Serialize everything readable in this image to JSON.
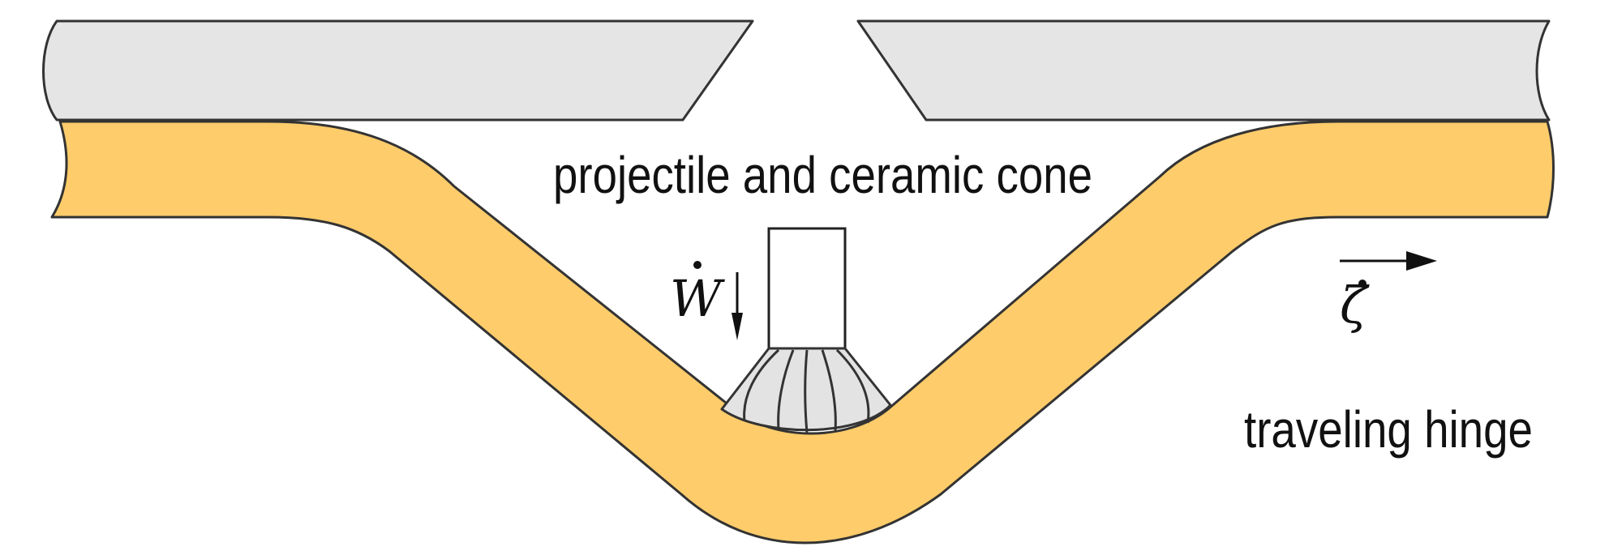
{
  "labels": {
    "projectile": "projectile and ceramic cone",
    "hinge": "traveling hinge"
  },
  "symbols": {
    "deflection_rate": "W",
    "hinge_speed": "ζ"
  },
  "colors": {
    "backing_plate": "#FECC6B",
    "ceramic_tile": "#E5E5E5",
    "ceramic_cone": "#E3E3E3",
    "outline": "#333333"
  }
}
